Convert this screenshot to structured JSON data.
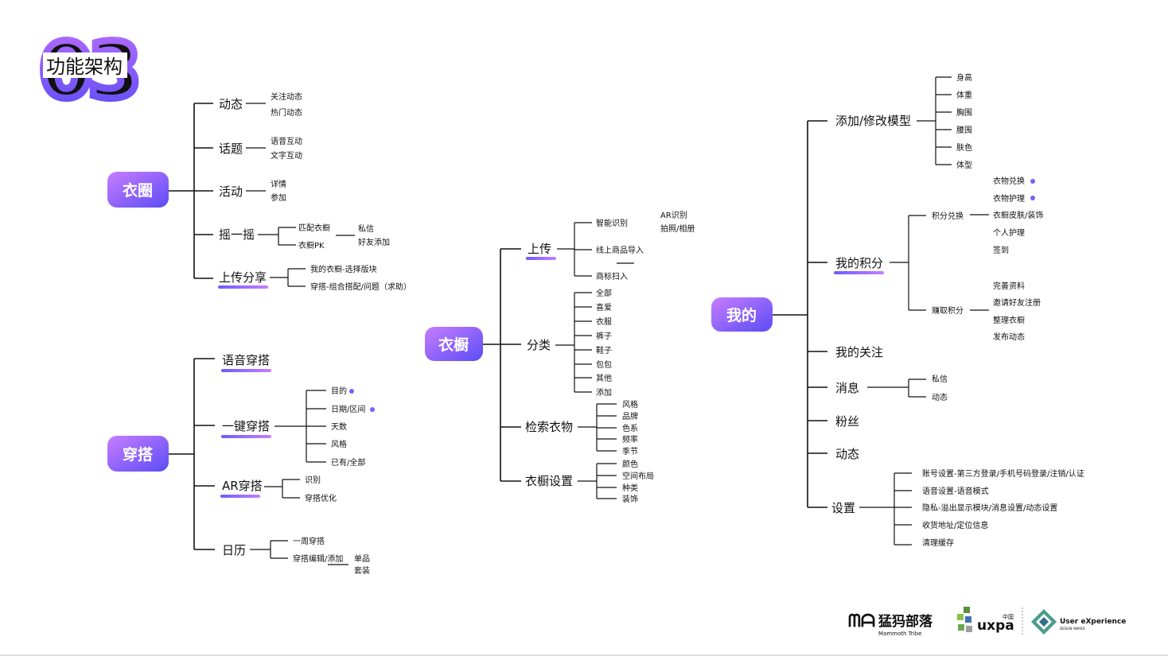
{
  "header": {
    "number": "03",
    "title": "功能架构"
  },
  "branches": {
    "yiquan": {
      "label": "衣圈",
      "children": [
        {
          "label": "动态",
          "items": [
            "关注动态",
            "热门动态"
          ]
        },
        {
          "label": "话题",
          "items": [
            "语音互动",
            "文字互动"
          ]
        },
        {
          "label": "活动",
          "items": [
            "详情",
            "参加"
          ]
        },
        {
          "label": "摇一摇",
          "items": [
            "匹配衣橱",
            "衣橱PK"
          ],
          "sub": [
            "私信",
            "好友添加"
          ]
        },
        {
          "label": "上传分享",
          "items": [
            "我的衣橱-选择版块",
            "穿搭-组合搭配/问题（求助）"
          ]
        }
      ]
    },
    "chuanda": {
      "label": "穿搭",
      "children": [
        {
          "label": "语音穿搭",
          "items": []
        },
        {
          "label": "一键穿搭",
          "items": [
            "目的",
            "日期/区间",
            "天数",
            "风格",
            "已有/全部"
          ]
        },
        {
          "label": "AR穿搭",
          "items": [
            "识别",
            "穿搭优化"
          ]
        },
        {
          "label": "日历",
          "items": [
            "一周穿搭",
            "穿搭编辑/添加"
          ],
          "sub": [
            "单品",
            "套装"
          ]
        }
      ]
    },
    "yichu": {
      "label": "衣橱",
      "children": [
        {
          "label": "上传",
          "items": [
            "智能识别",
            "线上商品导入",
            "商标扫入"
          ],
          "sub": [
            "AR识别",
            "拍照/相册"
          ]
        },
        {
          "label": "分类",
          "items": [
            "全部",
            "喜爱",
            "衣服",
            "裤子",
            "鞋子",
            "包包",
            "其他",
            "添加"
          ]
        },
        {
          "label": "检索衣物",
          "items": [
            "风格",
            "品牌",
            "色系",
            "频率",
            "季节"
          ]
        },
        {
          "label": "衣橱设置",
          "items": [
            "颜色",
            "空间布局",
            "种类",
            "装饰"
          ]
        }
      ]
    },
    "wode": {
      "label": "我的",
      "children": [
        {
          "label": "添加/修改模型",
          "items": [
            "身高",
            "体重",
            "胸围",
            "腰围",
            "肤色",
            "体型"
          ]
        },
        {
          "label": "我的积分",
          "items": [
            "积分兑换",
            "赚取积分"
          ],
          "exchange": [
            "衣物兑换",
            "衣物护理",
            "衣橱皮肤/装饰",
            "个人护理",
            "签到"
          ],
          "earn": [
            "完善资料",
            "邀请好友注册",
            "整理衣橱",
            "发布动态"
          ]
        },
        {
          "label": "我的关注",
          "items": []
        },
        {
          "label": "消息",
          "items": [
            "私信",
            "动态"
          ]
        },
        {
          "label": "粉丝",
          "items": []
        },
        {
          "label": "动态",
          "items": []
        },
        {
          "label": "设置",
          "items": [
            "账号设置-第三方登录/手机号码登录/注销/认证",
            "语音设置-语音模式",
            "隐私-溢出显示模块/消息设置/动态设置",
            "收货地址/定位信息",
            "清理缓存"
          ]
        }
      ]
    }
  },
  "logos": {
    "mammoth": {
      "mark": "ᗰᗩ",
      "name": "猛犸部落",
      "sub": "Mammoth Tribe"
    },
    "uxpa": {
      "name": "uxpa",
      "sup": "中国"
    },
    "ue": {
      "name": "User eXperience",
      "sub": "DESIGN AWARD"
    }
  },
  "colors": {
    "gradient_start": "#c77dff",
    "gradient_end": "#5b4cf5",
    "line": "#111111"
  }
}
